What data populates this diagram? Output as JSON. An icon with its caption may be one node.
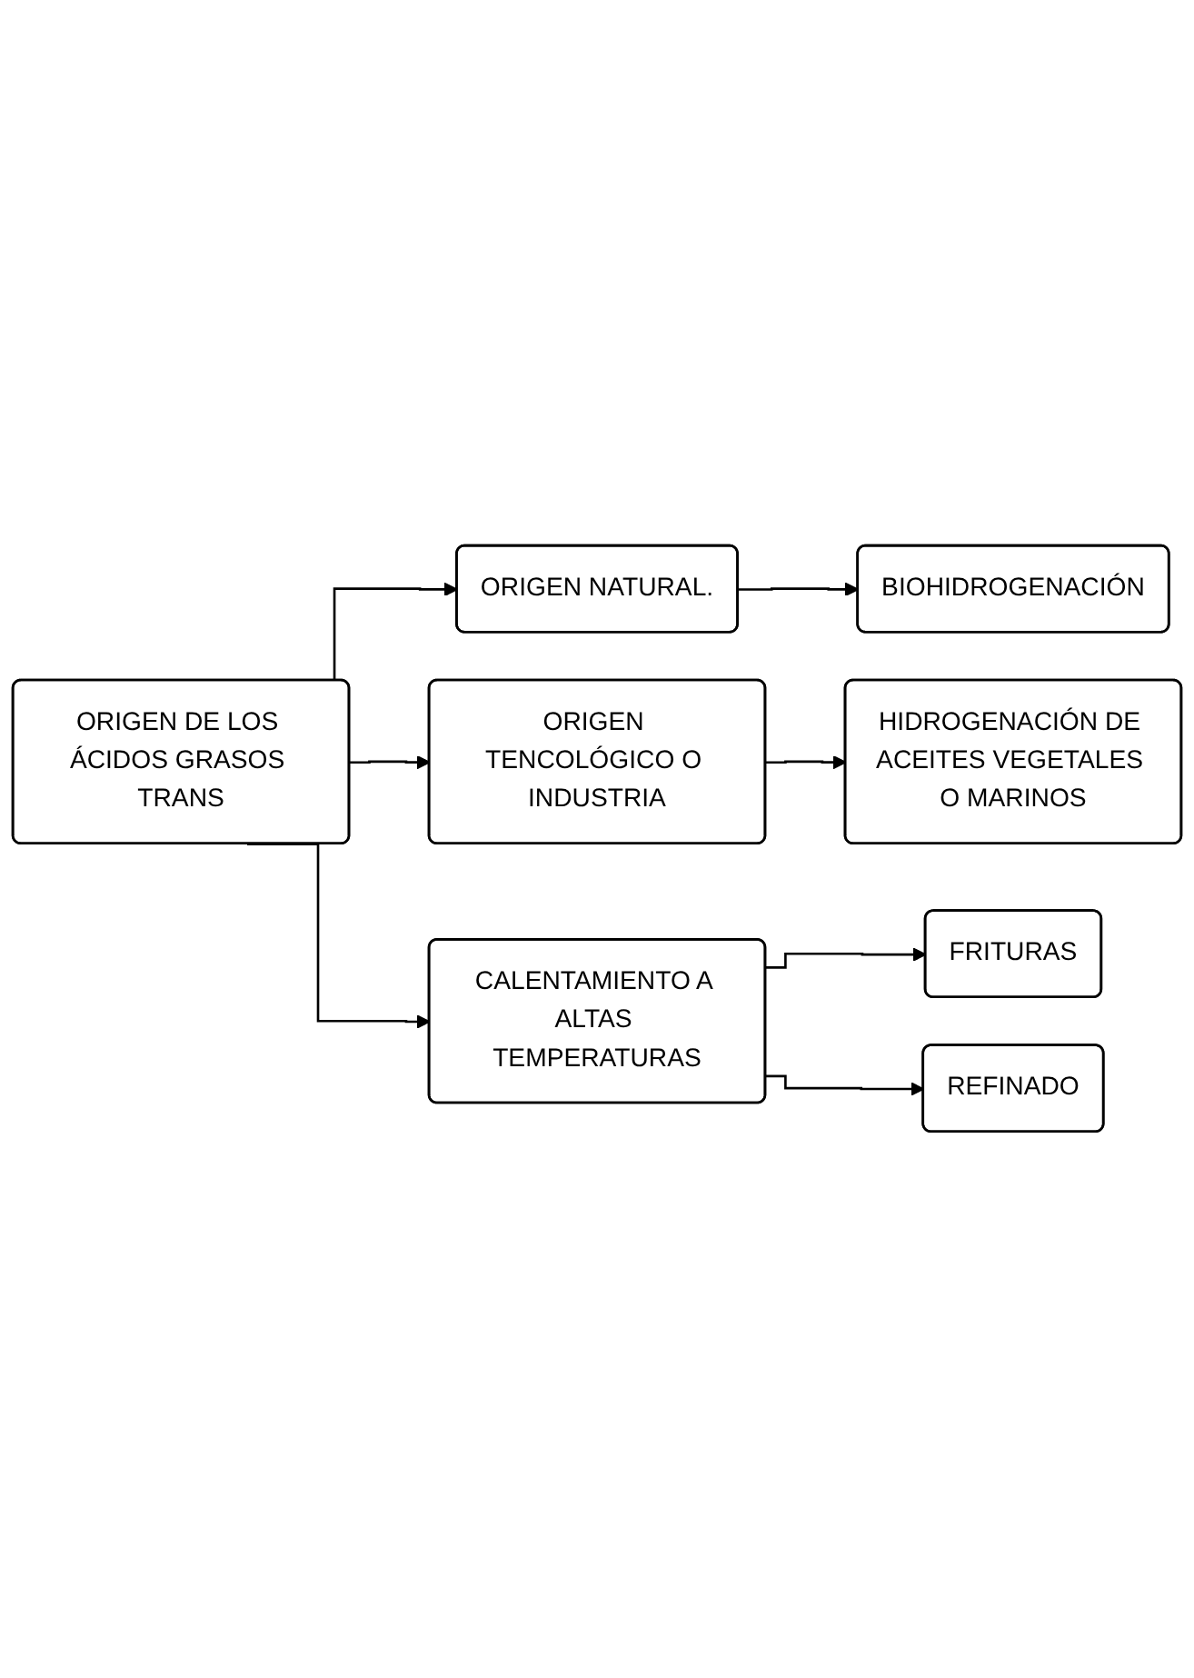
{
  "diagram": {
    "nodes": [
      {
        "text": [
          "ORIGEN DE LOS ÁCIDOS GRASOS TRANS"
        ]
      },
      {
        "text": [
          "ORIGEN NATURAL."
        ]
      },
      {
        "text": [
          "BIOHIDROGENACIÓN"
        ]
      },
      {
        "text": [
          "ORIGEN TENCOLÓGICO O INDUSTRIA"
        ]
      },
      {
        "text": [
          "HIDROGENACIÓN DE ACEITES VEGETALES O MARINOS"
        ]
      },
      {
        "text": [
          "CALENTAMIENTO A ALTAS TEMPERATURAS"
        ]
      },
      {
        "text": [
          "FRITURAS"
        ]
      },
      {
        "text": [
          "REFINADO"
        ]
      }
    ],
    "edges": [
      {
        "from": 0,
        "to": 1,
        "arrow": "to"
      },
      {
        "from": 1,
        "to": 2,
        "arrow": "to"
      },
      {
        "from": 0,
        "to": 3,
        "arrow": "to"
      },
      {
        "from": 3,
        "to": 4,
        "arrow": "to"
      },
      {
        "from": 0,
        "to": 5,
        "arrow": "to"
      },
      {
        "from": 5,
        "to": 6,
        "arrow": "to"
      },
      {
        "from": 5,
        "to": 7,
        "arrow": "to"
      }
    ]
  }
}
